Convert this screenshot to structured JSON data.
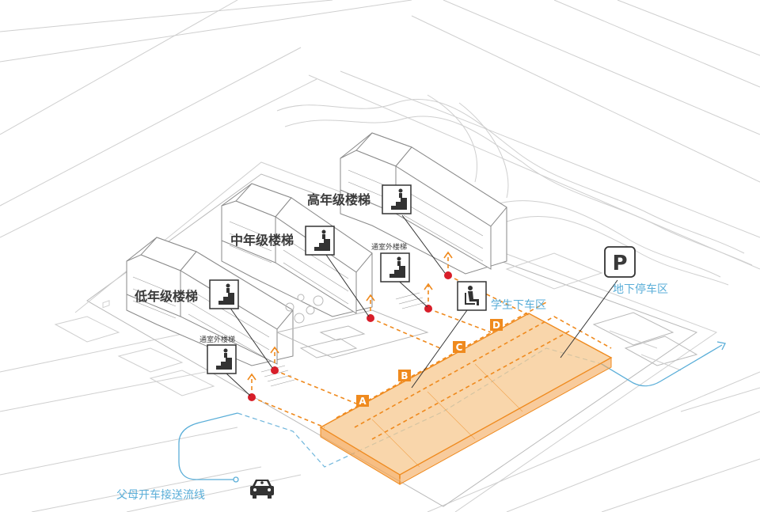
{
  "stairs": [
    {
      "id": "high",
      "label": "高年级楼梯"
    },
    {
      "id": "mid",
      "label": "中年级楼梯"
    },
    {
      "id": "low",
      "label": "低年级楼梯"
    }
  ],
  "outdoor_stairs": [
    {
      "id": "upper",
      "label": "通室外楼梯"
    },
    {
      "id": "lower",
      "label": "通室外楼梯"
    }
  ],
  "zones": [
    "A",
    "B",
    "C",
    "D"
  ],
  "dropoff_label": "学生下车区",
  "parking": {
    "symbol": "P",
    "label": "地下停车区"
  },
  "parent_flow_label": "父母开车接送流线",
  "icons": {
    "stair": "stair-person-icon",
    "seat": "seated-person-icon",
    "parking": "parking-icon",
    "car": "car-icon"
  },
  "colors": {
    "orange": "#ef8a1e",
    "orange_fill": "#f7c88f",
    "blue": "#5aaed8",
    "red": "#d81e2a",
    "text": "#3a3a3a"
  }
}
